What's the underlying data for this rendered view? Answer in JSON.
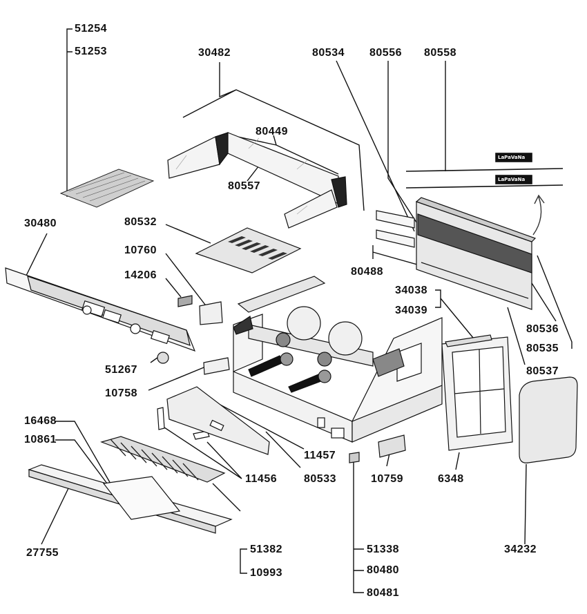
{
  "diagram": {
    "labels": {
      "p51254": "51254",
      "p51253": "51253",
      "p30482": "30482",
      "p80534": "80534",
      "p80556": "80556",
      "p80558": "80558",
      "p80449": "80449",
      "p80557": "80557",
      "p30480": "30480",
      "p80532": "80532",
      "p10760": "10760",
      "p14206": "14206",
      "p80488": "80488",
      "p34038": "34038",
      "p34039": "34039",
      "p80536": "80536",
      "p80535": "80535",
      "p80537": "80537",
      "p51267": "51267",
      "p10758": "10758",
      "p16468": "16468",
      "p10861": "10861",
      "p11457": "11457",
      "p11456": "11456",
      "p80533": "80533",
      "p10759": "10759",
      "p6348": "6348",
      "p27755": "27755",
      "p51382": "51382",
      "p10993": "10993",
      "p51338": "51338",
      "p80480": "80480",
      "p80481": "80481",
      "p34232": "34232"
    },
    "logo_text": "LaPaVaNa"
  }
}
